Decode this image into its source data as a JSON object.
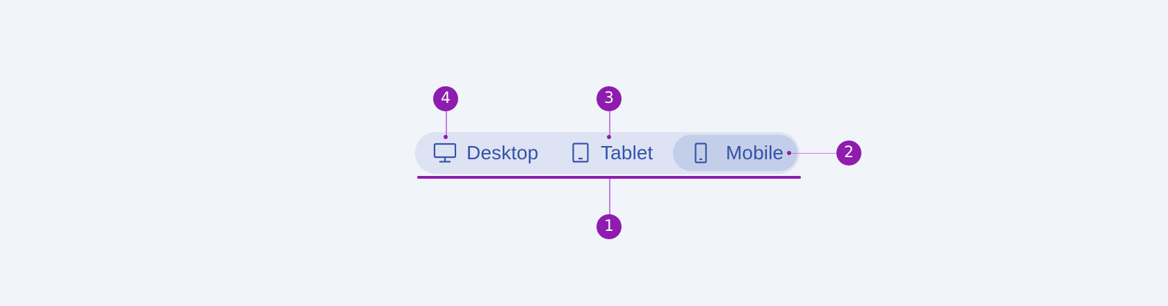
{
  "segmented_control": {
    "selected": "Mobile",
    "segments": [
      {
        "label": "Desktop",
        "icon": "desktop-monitor-icon",
        "selected": false
      },
      {
        "label": "Tablet",
        "icon": "tablet-icon",
        "selected": false
      },
      {
        "label": "Mobile",
        "icon": "mobile-phone-icon",
        "selected": true
      }
    ]
  },
  "callouts": [
    {
      "number": "1",
      "target": "underline"
    },
    {
      "number": "2",
      "target": "selected-segment"
    },
    {
      "number": "3",
      "target": "tablet-segment"
    },
    {
      "number": "4",
      "target": "desktop-icon"
    }
  ],
  "colors": {
    "background": "#f1f4f9",
    "container": "#dde3f3",
    "selected_pill": "#c3cee8",
    "text_icon": "#3552a8",
    "accent": "#8e1cae",
    "callout_line": "#c37fdb"
  }
}
